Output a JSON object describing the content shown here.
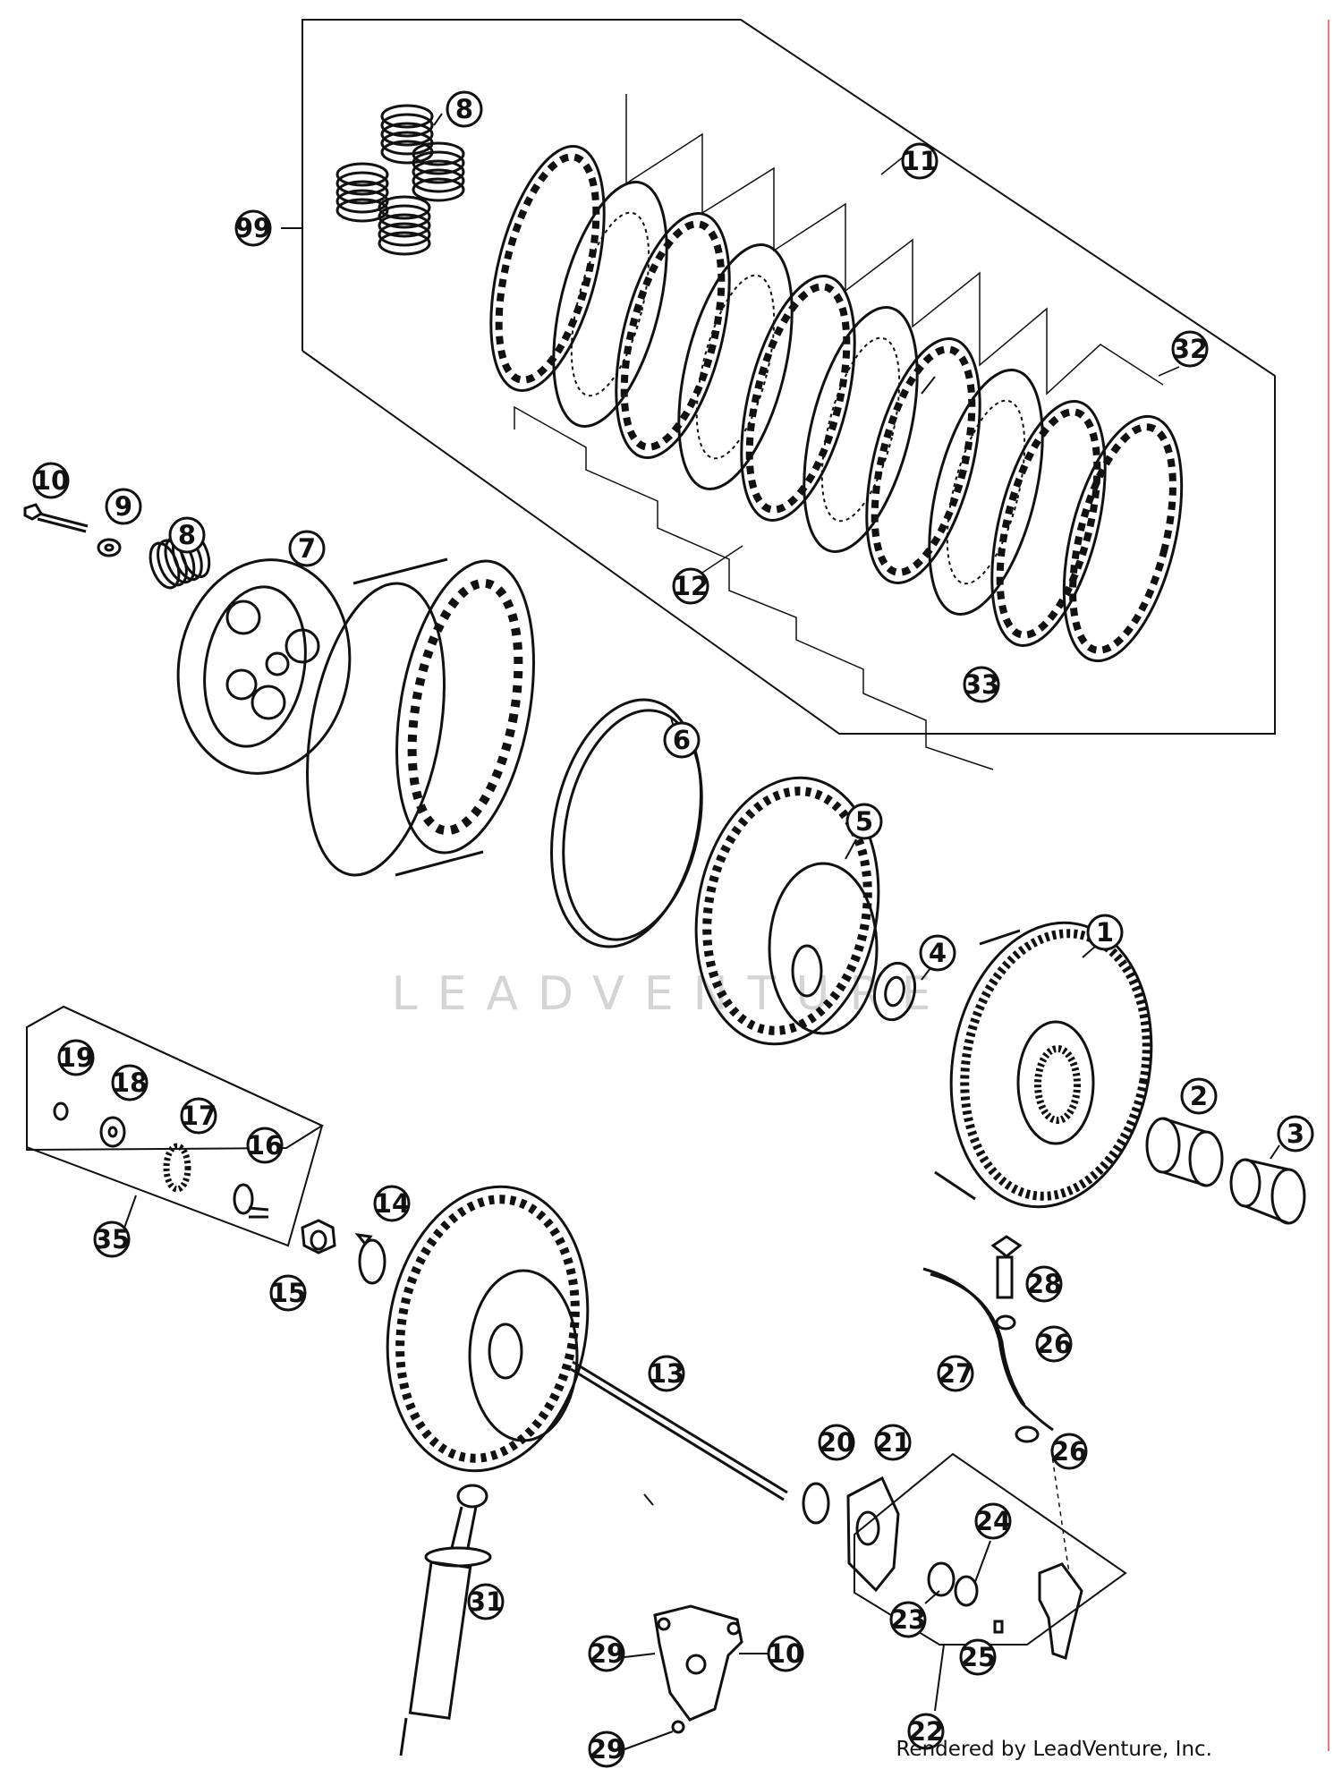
{
  "watermark": "LEADVENTURE",
  "footer": "Rendered by LeadVenture, Inc.",
  "colors": {
    "line": "#111111",
    "watermark": "#d4d4d4",
    "edge": "#e87a7a"
  },
  "callouts": {
    "c1": "1",
    "c2": "2",
    "c3": "3",
    "c4": "4",
    "c5": "5",
    "c6": "6",
    "c7": "7",
    "c8a": "8",
    "c8b": "8",
    "c9": "9",
    "c10a": "10",
    "c10b": "10",
    "c11": "11",
    "c12": "12",
    "c13": "13",
    "c14": "14",
    "c15": "15",
    "c16": "16",
    "c17": "17",
    "c18": "18",
    "c19": "19",
    "c20": "20",
    "c21": "21",
    "c22": "22",
    "c23": "23",
    "c24": "24",
    "c25": "25",
    "c26a": "26",
    "c26b": "26",
    "c27": "27",
    "c28": "28",
    "c29a": "29",
    "c29b": "29",
    "c31": "31",
    "c32": "32",
    "c33": "33",
    "c35": "35",
    "c99": "99"
  }
}
